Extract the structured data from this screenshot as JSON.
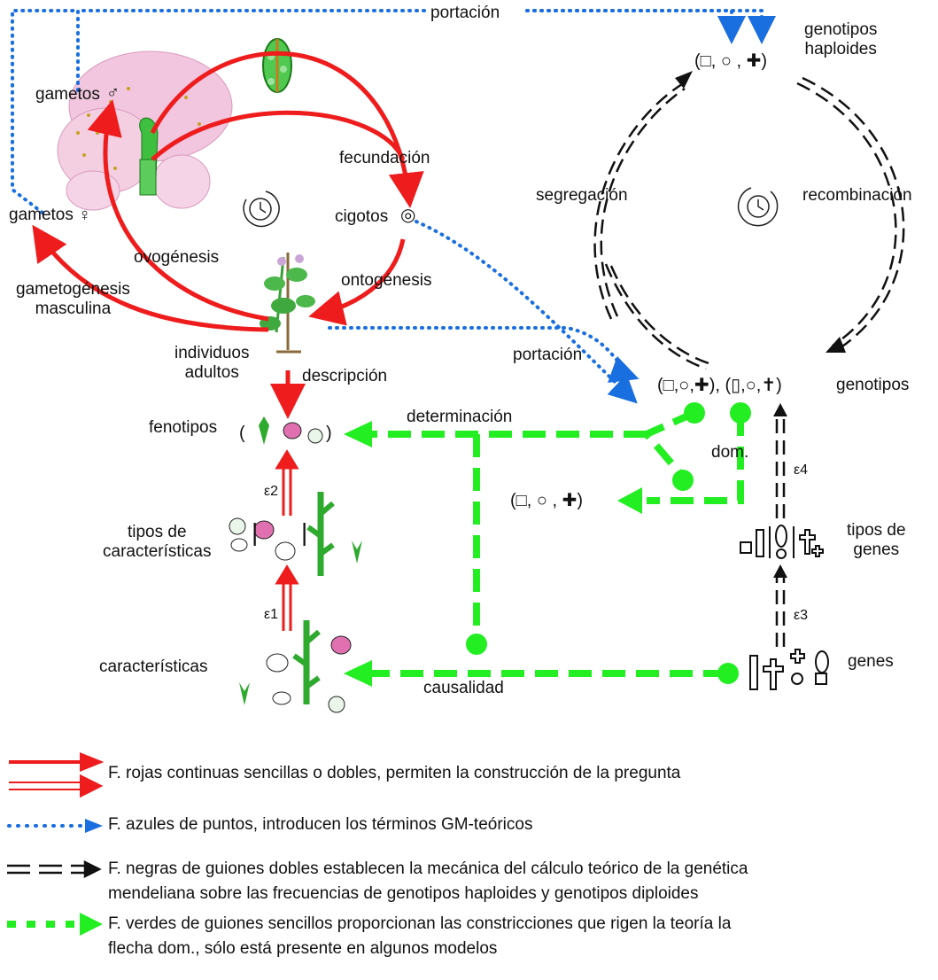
{
  "labels": {
    "portacion_top": "portación",
    "genotipos_haploides_1": "genotipos",
    "genotipos_haploides_2": "haploides",
    "gametos_m": "gametos",
    "gametos_f": "gametos",
    "fecundacion": "fecundación",
    "cigotos": "cigotos",
    "ovogenesis": "ovogénesis",
    "ontogenesis": "ontogénesis",
    "gametogenesis_1": "gametogénesis",
    "gametogenesis_2": "masculina",
    "individuos_1": "individuos",
    "individuos_2": "adultos",
    "descripcion": "descripción",
    "fenotipos": "fenotipos",
    "determinacion": "determinación",
    "tipos_caract_1": "tipos de",
    "tipos_caract_2": "características",
    "caracteristicas": "características",
    "causalidad": "causalidad",
    "segregacion": "segregación",
    "recombinacion": "recombinación",
    "portacion_mid": "portación",
    "genotipos": "genotipos",
    "dom": "dom.",
    "tipos_genes_1": "tipos de",
    "tipos_genes_2": "genes",
    "genes": "genes",
    "eps1": "ε1",
    "eps2": "ε2",
    "eps3": "ε3",
    "eps4": "ε4"
  },
  "legend": [
    {
      "text": "F. rojas continuas sencillas o dobles, permiten la construcción de la pregunta"
    },
    {
      "text": "F. azules de puntos, introducen los términos GM-teóricos"
    },
    {
      "text": "F. negras de guiones dobles establecen la mecánica del cálculo teórico de la genética",
      "text2": "mendeliana sobre las frecuencias de genotipos  haploides y genotipos diploides"
    },
    {
      "text": "F. verdes de guiones sencillos proporcionan las constricciones que rigen la teoría la",
      "text2": "flecha dom., sólo está presente en algunos modelos"
    }
  ],
  "colors": {
    "red": "#ee1c1c",
    "blue": "#1a6fe0",
    "black": "#111111",
    "green": "#22ee22",
    "petal": "#f2c6de",
    "leaf": "#2eaa2e"
  }
}
